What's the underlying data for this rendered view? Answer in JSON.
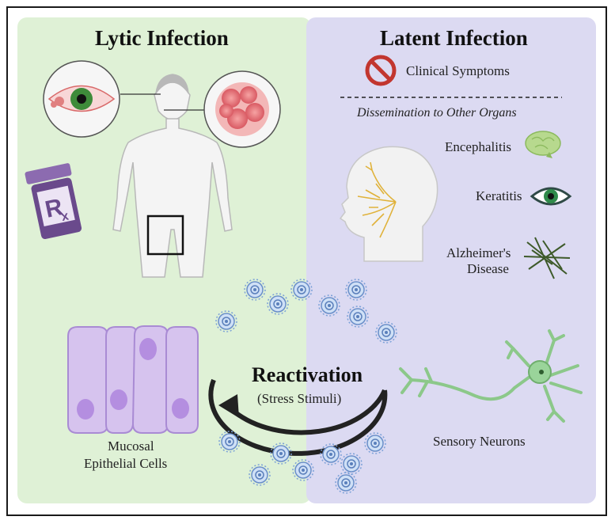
{
  "lytic": {
    "title": "Lytic Infection",
    "cells_label_line1": "Mucosal",
    "cells_label_line2": "Epithelial Cells"
  },
  "latent": {
    "title": "Latent Infection",
    "clinical": "Clinical Symptoms",
    "dissemination": "Dissemination to Other Organs",
    "organs": [
      "Encephalitis",
      "Keratitis",
      "Alzheimer's",
      "Disease"
    ],
    "neurons": "Sensory Neurons"
  },
  "cycle": {
    "title": "Reactivation",
    "subtitle": "(Stress Stimuli)"
  },
  "icons": [
    "eye-infection-icon",
    "lesion-icon",
    "prescription-bottle-icon",
    "human-body-icon",
    "no-symbol-icon",
    "head-nerves-icon",
    "brain-icon",
    "eye-icon",
    "plaque-icon",
    "neuron-icon",
    "virus-icon",
    "epithelial-cells-icon"
  ],
  "colors": {
    "lytic_bg": "#dff1d6",
    "latent_bg": "#dcdaf2",
    "cell_fill": "#d6c3ee",
    "nucleus": "#b48ee0",
    "neuron": "#8cc88a",
    "virus": "#8fb0e0",
    "no_symbol": "#c2362f",
    "rx_purple": "#6a4a8c"
  }
}
